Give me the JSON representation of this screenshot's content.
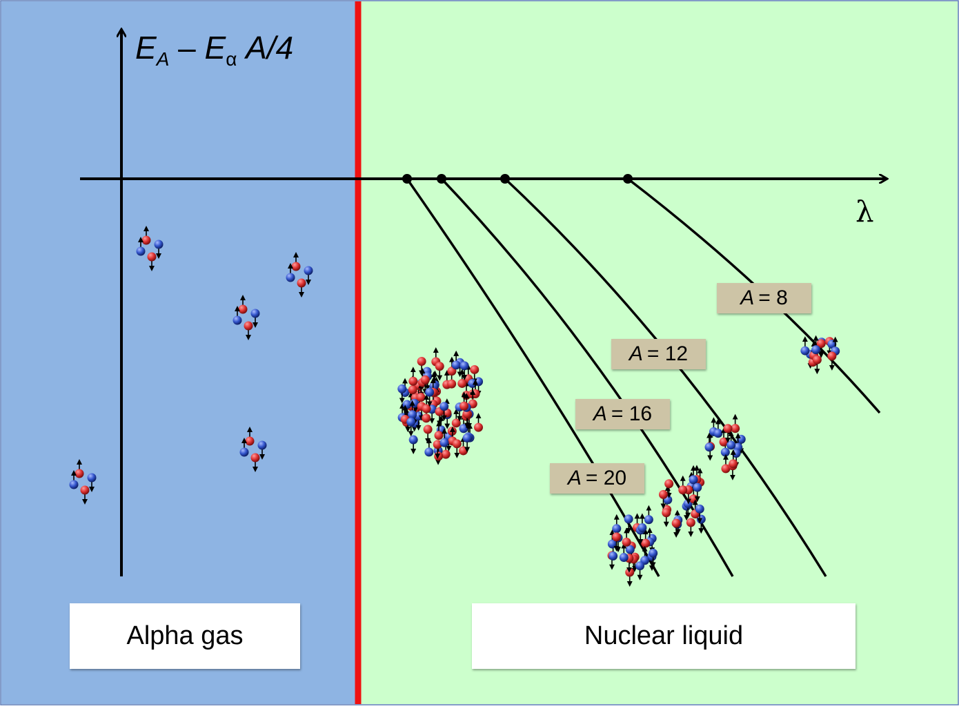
{
  "axes": {
    "y_label": {
      "E": "E",
      "sub_A": "A",
      "minus": " – ",
      "E2": "E",
      "sub_alpha": "α",
      "rest": " A/4"
    },
    "x_label": "λ"
  },
  "regions": [
    {
      "label": "Alpha gas",
      "color": "#8eb4e3"
    },
    {
      "label": "Nuclear liquid",
      "color": "#ccffcc"
    }
  ],
  "boundary_color": "#ee1111",
  "lines": [
    {
      "A": "8",
      "label_var": "A",
      "label_eq": "= 8"
    },
    {
      "A": "12",
      "label_var": "A",
      "label_eq": "= 12"
    },
    {
      "A": "16",
      "label_var": "A",
      "label_eq": "= 16"
    },
    {
      "A": "20",
      "label_var": "A",
      "label_eq": "= 20"
    }
  ],
  "nucleon_colors": {
    "proton": "#dd3333",
    "neutron": "#3355cc"
  }
}
